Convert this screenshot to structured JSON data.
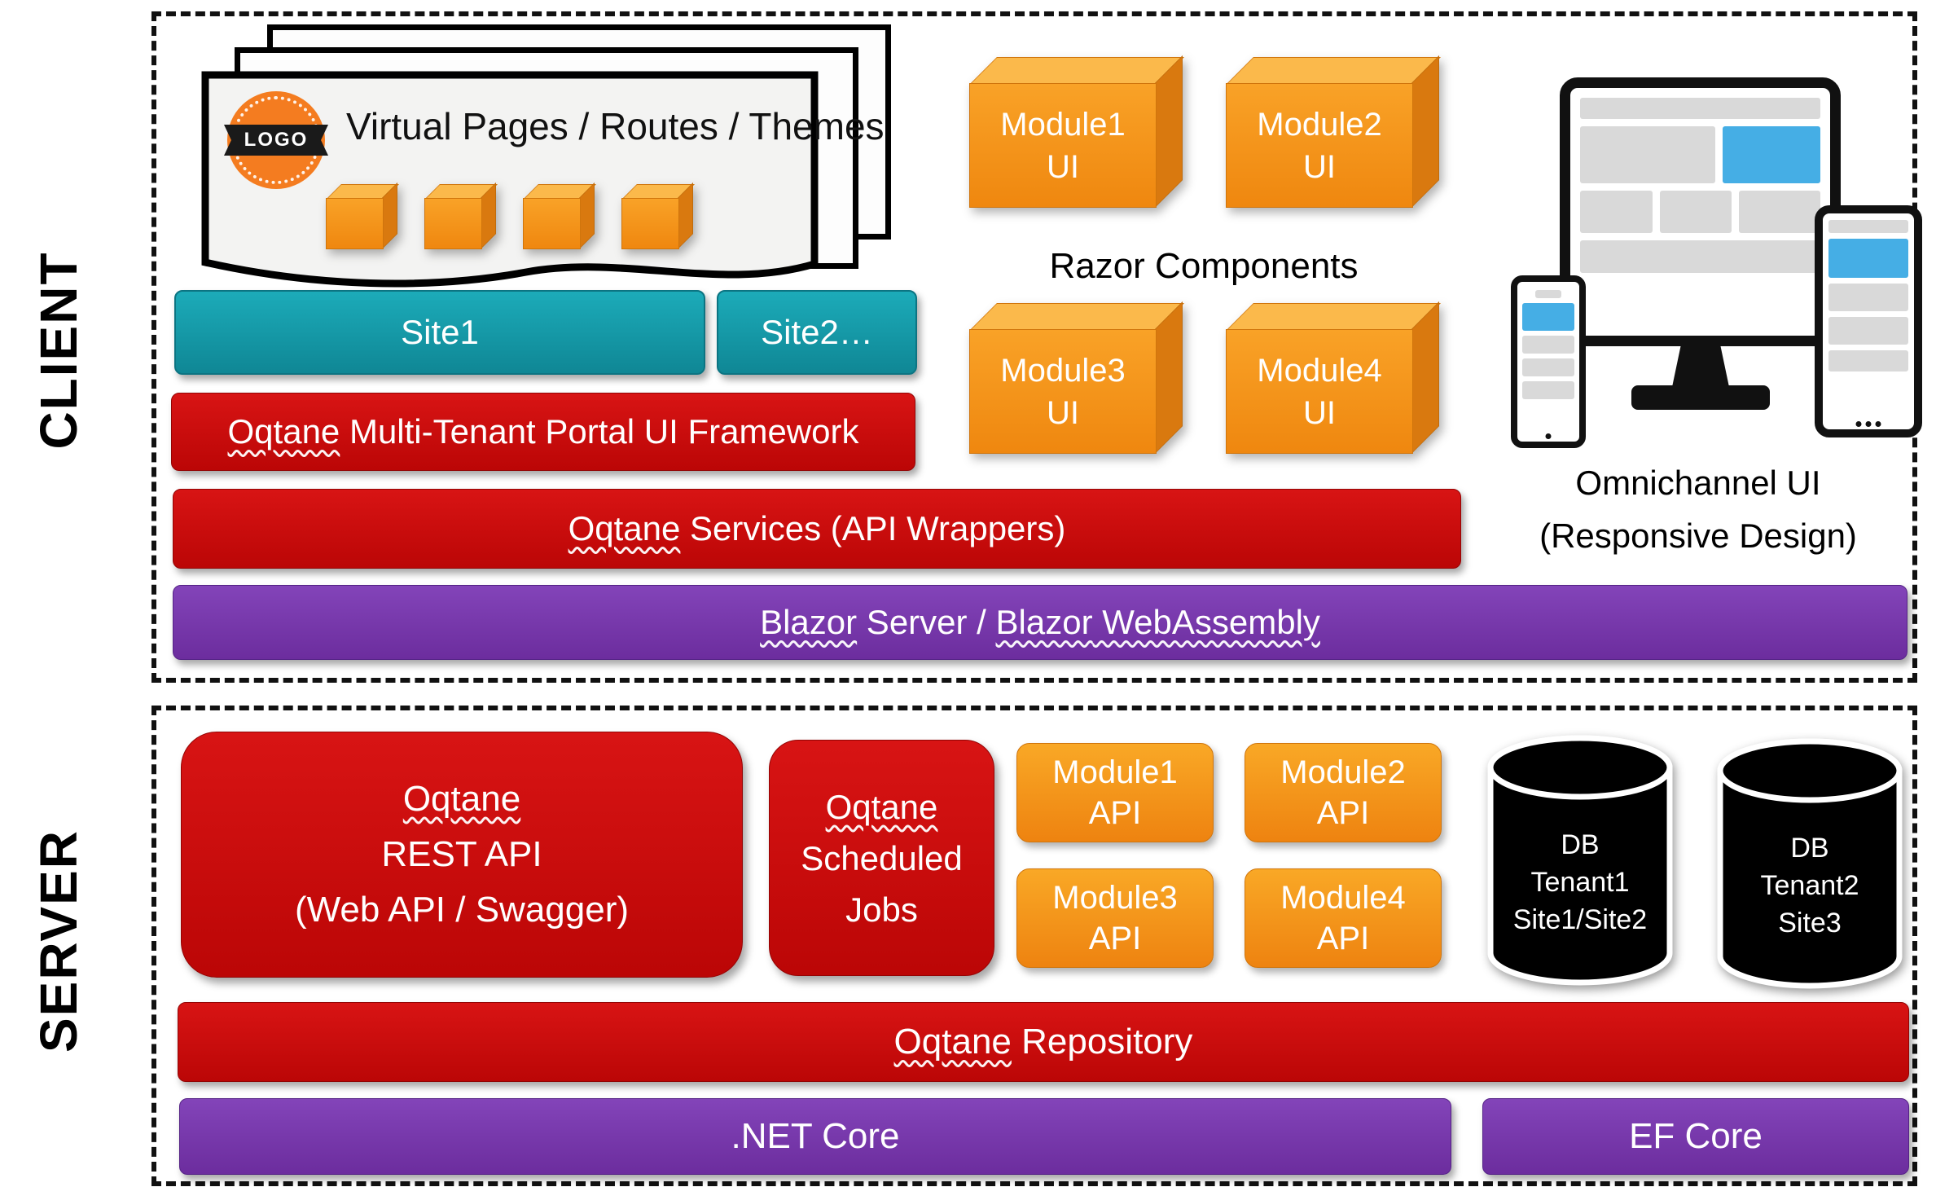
{
  "labels": {
    "client": "CLIENT",
    "server": "SERVER"
  },
  "client": {
    "pages_card": {
      "logo_text": "LOGO",
      "title": "Virtual Pages / Routes / Themes"
    },
    "site1_label": "Site1",
    "site2_label": "Site2…",
    "portal_bar": {
      "p1": "Oqtane",
      "p2": " Multi-Tenant Portal UI Framework"
    },
    "services_bar": {
      "p1": "Oqtane",
      "p2": " Services (API Wrappers)"
    },
    "blazor_bar": {
      "p1": "Blazor",
      "p2": " Server / ",
      "p3": "Blazor",
      "p4": " WebAssembly"
    },
    "razor_components_label": "Razor Components",
    "module_ui_boxes": [
      {
        "line1": "Module1",
        "line2": "UI"
      },
      {
        "line1": "Module2",
        "line2": "UI"
      },
      {
        "line1": "Module3",
        "line2": "UI"
      },
      {
        "line1": "Module4",
        "line2": "UI"
      }
    ],
    "omnichannel": {
      "line1": "Omnichannel UI",
      "line2": "(Responsive Design)"
    }
  },
  "server": {
    "rest_api_box": {
      "p1": "Oqtane",
      "line2": "REST API",
      "line3": "(Web API / Swagger)"
    },
    "scheduled_jobs_box": {
      "p1": "Oqtane",
      "line2": "Scheduled",
      "line3": "Jobs"
    },
    "module_api_boxes": [
      {
        "line1": "Module1",
        "line2": "API"
      },
      {
        "line1": "Module2",
        "line2": "API"
      },
      {
        "line1": "Module3",
        "line2": "API"
      },
      {
        "line1": "Module4",
        "line2": "API"
      }
    ],
    "databases": [
      {
        "line1": "DB",
        "line2": "Tenant1",
        "line3": "Site1/Site2"
      },
      {
        "line1": "DB",
        "line2": "Tenant2",
        "line3": "Site3"
      }
    ],
    "repository_bar": {
      "p1": "Oqtane",
      "p2": " Repository"
    },
    "dotnet_bar": ".NET Core",
    "efcore_bar": "EF Core"
  },
  "colors": {
    "red": "#C90C0C",
    "orange": "#F7941E",
    "teal": "#149FAD",
    "purple": "#7636AE",
    "accent_blue": "#45AEE5"
  }
}
